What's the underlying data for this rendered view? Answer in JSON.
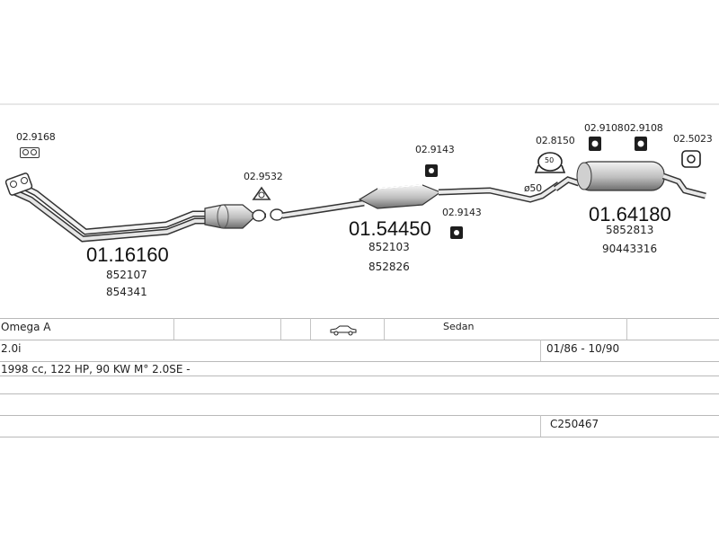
{
  "parts": {
    "front_pipe": {
      "code": "01.16160",
      "ref1": "852107",
      "ref2": "854341"
    },
    "front_gasket": {
      "code": "02.9168"
    },
    "cat_gasket": {
      "code": "02.9532"
    },
    "center_silencer": {
      "code": "01.54450",
      "ref1": "852103",
      "ref2": "852826"
    },
    "hanger_top": {
      "code": "02.9143"
    },
    "hanger_bottom": {
      "code": "02.9143"
    },
    "clamp": {
      "code": "02.8150",
      "diameter": "ø50",
      "clamp_label": "50"
    },
    "rear_mount_1": {
      "code": "02.9108"
    },
    "rear_mount_2": {
      "code": "02.9108"
    },
    "rear_mount_3": {
      "code": "02.5023"
    },
    "rear_silencer": {
      "code": "01.64180",
      "ref1": "5852813",
      "ref2": "90443316"
    }
  },
  "vehicle": {
    "model": "Omega A",
    "body": "Sedan",
    "engine": "2.0i",
    "years": "01/86 - 10/90",
    "specs": "1998 cc, 122 HP, 90 KW M° 2.0SE -",
    "code": "C250467"
  }
}
